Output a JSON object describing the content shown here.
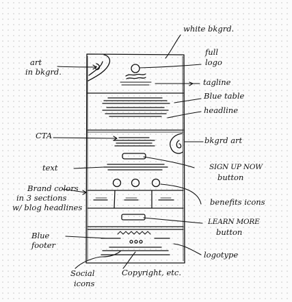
{
  "labels": {
    "white_bg": "white bkgrd.",
    "art_bg": [
      "art",
      "in bkgrd."
    ],
    "full_logo": [
      "full",
      "logo"
    ],
    "tagline": "tagline",
    "blue_table": "Blue table",
    "headline": "headline",
    "cta": "CTA",
    "bkgrd_art": "bkgrd art",
    "text": "text",
    "sign_up": [
      "SIGN UP NOW",
      "button"
    ],
    "brand_colors": [
      "Brand colors",
      "in 3 sections",
      "w/ blog headlines"
    ],
    "benefits": "benefits icons",
    "learn_more": [
      "LEARN MORE",
      "button"
    ],
    "blue_footer": [
      "Blue",
      "footer"
    ],
    "logotype": "logotype",
    "social": [
      "Social",
      "icons"
    ],
    "copyright": "Copyright, etc."
  },
  "colors": {
    "ink": "#111111",
    "paper": "#fbfbfb"
  }
}
